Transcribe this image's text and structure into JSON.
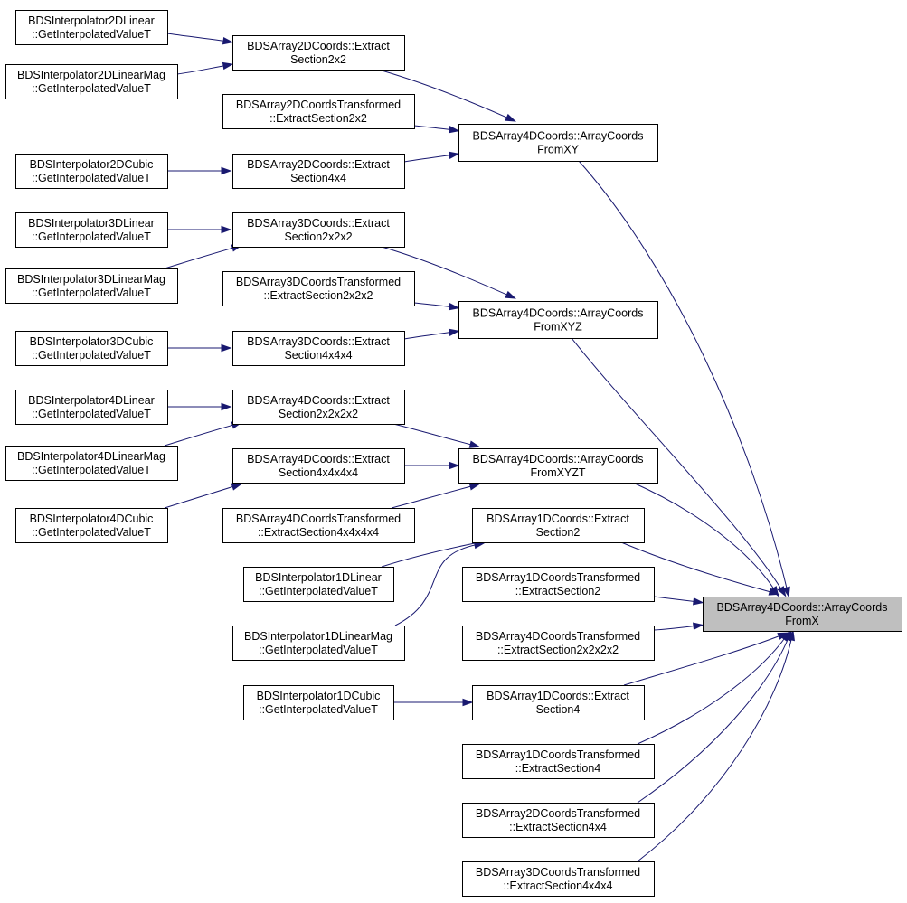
{
  "graph": {
    "root": "n_root",
    "nodes": [
      {
        "id": "n_interp2dlin",
        "line1": "BDSInterpolator2DLinear",
        "line2": "::GetInterpolatedValueT"
      },
      {
        "id": "n_interp2dlinmag",
        "line1": "BDSInterpolator2DLinearMag",
        "line2": "::GetInterpolatedValueT"
      },
      {
        "id": "n_interp2dcub",
        "line1": "BDSInterpolator2DCubic",
        "line2": "::GetInterpolatedValueT"
      },
      {
        "id": "n_interp3dlin",
        "line1": "BDSInterpolator3DLinear",
        "line2": "::GetInterpolatedValueT"
      },
      {
        "id": "n_interp3dlinmag",
        "line1": "BDSInterpolator3DLinearMag",
        "line2": "::GetInterpolatedValueT"
      },
      {
        "id": "n_interp3dcub",
        "line1": "BDSInterpolator3DCubic",
        "line2": "::GetInterpolatedValueT"
      },
      {
        "id": "n_interp4dlin",
        "line1": "BDSInterpolator4DLinear",
        "line2": "::GetInterpolatedValueT"
      },
      {
        "id": "n_interp4dlinmag",
        "line1": "BDSInterpolator4DLinearMag",
        "line2": "::GetInterpolatedValueT"
      },
      {
        "id": "n_interp4dcub",
        "line1": "BDSInterpolator4DCubic",
        "line2": "::GetInterpolatedValueT"
      },
      {
        "id": "n_a2d_2x2",
        "line1": "BDSArray2DCoords::Extract",
        "line2": "Section2x2"
      },
      {
        "id": "n_a2dt_2x2",
        "line1": "BDSArray2DCoordsTransformed",
        "line2": "::ExtractSection2x2"
      },
      {
        "id": "n_a2d_4x4",
        "line1": "BDSArray2DCoords::Extract",
        "line2": "Section4x4"
      },
      {
        "id": "n_a3d_2x2x2",
        "line1": "BDSArray3DCoords::Extract",
        "line2": "Section2x2x2"
      },
      {
        "id": "n_a3dt_2x2x2",
        "line1": "BDSArray3DCoordsTransformed",
        "line2": "::ExtractSection2x2x2"
      },
      {
        "id": "n_a3d_4x4x4",
        "line1": "BDSArray3DCoords::Extract",
        "line2": "Section4x4x4"
      },
      {
        "id": "n_a4d_2x2x2x2",
        "line1": "BDSArray4DCoords::Extract",
        "line2": "Section2x2x2x2"
      },
      {
        "id": "n_a4d_4x4x4x4",
        "line1": "BDSArray4DCoords::Extract",
        "line2": "Section4x4x4x4"
      },
      {
        "id": "n_a4dt_4x4x4x4",
        "line1": "BDSArray4DCoordsTransformed",
        "line2": "::ExtractSection4x4x4x4"
      },
      {
        "id": "n_interp1dlin",
        "line1": "BDSInterpolator1DLinear",
        "line2": "::GetInterpolatedValueT"
      },
      {
        "id": "n_interp1dlinmag",
        "line1": "BDSInterpolator1DLinearMag",
        "line2": "::GetInterpolatedValueT"
      },
      {
        "id": "n_interp1dcub",
        "line1": "BDSInterpolator1DCubic",
        "line2": "::GetInterpolatedValueT"
      },
      {
        "id": "n_fromxy",
        "line1": "BDSArray4DCoords::ArrayCoords",
        "line2": "FromXY"
      },
      {
        "id": "n_fromxyz",
        "line1": "BDSArray4DCoords::ArrayCoords",
        "line2": "FromXYZ"
      },
      {
        "id": "n_fromxyzt",
        "line1": "BDSArray4DCoords::ArrayCoords",
        "line2": "FromXYZT"
      },
      {
        "id": "n_a1d_2",
        "line1": "BDSArray1DCoords::Extract",
        "line2": "Section2"
      },
      {
        "id": "n_a1dt_2",
        "line1": "BDSArray1DCoordsTransformed",
        "line2": "::ExtractSection2"
      },
      {
        "id": "n_a4dt_2x2x2x2",
        "line1": "BDSArray4DCoordsTransformed",
        "line2": "::ExtractSection2x2x2x2"
      },
      {
        "id": "n_a1d_4",
        "line1": "BDSArray1DCoords::Extract",
        "line2": "Section4"
      },
      {
        "id": "n_a1dt_4",
        "line1": "BDSArray1DCoordsTransformed",
        "line2": "::ExtractSection4"
      },
      {
        "id": "n_a2dt_4x4",
        "line1": "BDSArray2DCoordsTransformed",
        "line2": "::ExtractSection4x4"
      },
      {
        "id": "n_a3dt_4x4x4",
        "line1": "BDSArray3DCoordsTransformed",
        "line2": "::ExtractSection4x4x4"
      },
      {
        "id": "n_root",
        "line1": "BDSArray4DCoords::ArrayCoords",
        "line2": "FromX"
      }
    ],
    "edges": [
      {
        "from": "n_interp2dlin",
        "to": "n_a2d_2x2"
      },
      {
        "from": "n_interp2dlinmag",
        "to": "n_a2d_2x2"
      },
      {
        "from": "n_interp2dcub",
        "to": "n_a2d_4x4"
      },
      {
        "from": "n_a2d_2x2",
        "to": "n_fromxy"
      },
      {
        "from": "n_a2dt_2x2",
        "to": "n_fromxy"
      },
      {
        "from": "n_a2d_4x4",
        "to": "n_fromxy"
      },
      {
        "from": "n_interp3dlin",
        "to": "n_a3d_2x2x2"
      },
      {
        "from": "n_interp3dlinmag",
        "to": "n_a3d_2x2x2"
      },
      {
        "from": "n_interp3dcub",
        "to": "n_a3d_4x4x4"
      },
      {
        "from": "n_a3d_2x2x2",
        "to": "n_fromxyz"
      },
      {
        "from": "n_a3dt_2x2x2",
        "to": "n_fromxyz"
      },
      {
        "from": "n_a3d_4x4x4",
        "to": "n_fromxyz"
      },
      {
        "from": "n_interp4dlin",
        "to": "n_a4d_2x2x2x2"
      },
      {
        "from": "n_interp4dlinmag",
        "to": "n_a4d_2x2x2x2"
      },
      {
        "from": "n_interp4dcub",
        "to": "n_a4d_4x4x4x4"
      },
      {
        "from": "n_a4d_2x2x2x2",
        "to": "n_fromxyzt"
      },
      {
        "from": "n_a4d_4x4x4x4",
        "to": "n_fromxyzt"
      },
      {
        "from": "n_a4dt_4x4x4x4",
        "to": "n_fromxyzt"
      },
      {
        "from": "n_interp1dlin",
        "to": "n_a1d_2"
      },
      {
        "from": "n_interp1dlinmag",
        "to": "n_a1d_2"
      },
      {
        "from": "n_interp1dcub",
        "to": "n_a1d_4"
      },
      {
        "from": "n_fromxy",
        "to": "n_root"
      },
      {
        "from": "n_fromxyz",
        "to": "n_root"
      },
      {
        "from": "n_fromxyzt",
        "to": "n_root"
      },
      {
        "from": "n_a1d_2",
        "to": "n_root"
      },
      {
        "from": "n_a1dt_2",
        "to": "n_root"
      },
      {
        "from": "n_a4dt_2x2x2x2",
        "to": "n_root"
      },
      {
        "from": "n_a1d_4",
        "to": "n_root"
      },
      {
        "from": "n_a1dt_4",
        "to": "n_root"
      },
      {
        "from": "n_a2dt_4x4",
        "to": "n_root"
      },
      {
        "from": "n_a3dt_4x4x4",
        "to": "n_root"
      }
    ]
  }
}
